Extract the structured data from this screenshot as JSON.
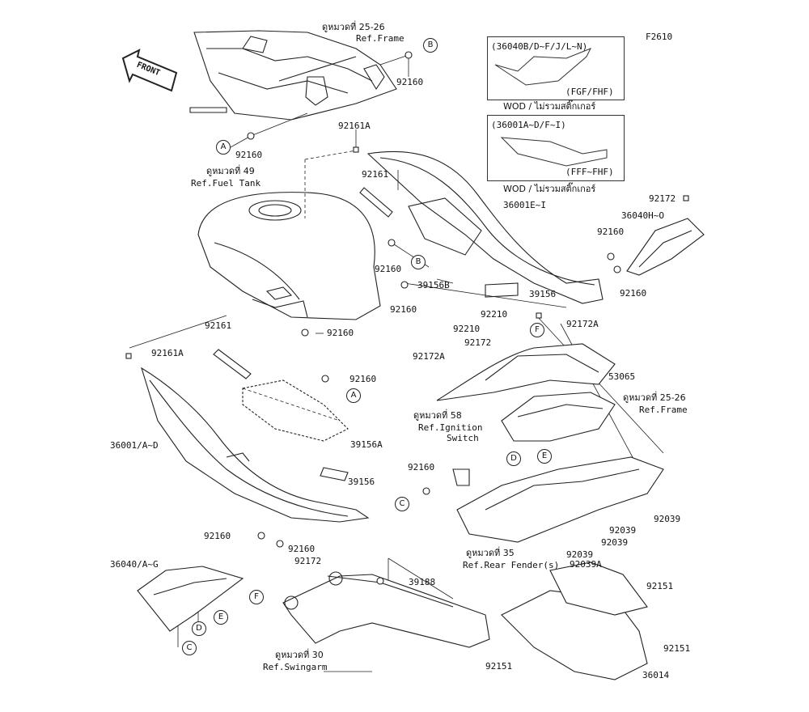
{
  "diagram_code": "F2610",
  "front_arrow": "FRONT",
  "variant_boxes": [
    {
      "part_range": "(36040B/D~F/J/L~N)",
      "colors": "(FGF/FHF)",
      "note": "WOD / ไม่รวมสติ๊กเกอร์"
    },
    {
      "part_range": "(36001A~D/F~I)",
      "colors": "(FFF~FHF)",
      "note": "WOD / ไม่รวมสติ๊กเกอร์"
    }
  ],
  "references": {
    "frame_top": {
      "th": "ดูหมวดที่ 25-26",
      "en": "Ref.Frame"
    },
    "fuel_tank": {
      "th": "ดูหมวดที่ 49",
      "en": "Ref.Fuel Tank"
    },
    "frame_right": {
      "th": "ดูหมวดที่ 25-26",
      "en": "Ref.Frame"
    },
    "ignition": {
      "th": "ดูหมวดที่ 58",
      "en": "Ref.Ignition",
      "en2": "Switch"
    },
    "rear_fender": {
      "th": "ดูหมวดที่ 35",
      "en": "Ref.Rear Fender(s)"
    },
    "swingarm": {
      "th": "ดูหมวดที่ 30",
      "en": "Ref.Swingarm"
    }
  },
  "callouts": {
    "A": "A",
    "B": "B",
    "C": "C",
    "D": "D",
    "E": "E",
    "F": "F"
  },
  "parts": [
    "92160",
    "92160",
    "92161A",
    "92161",
    "36001E~I",
    "92172",
    "36040H~O",
    "92160",
    "92160",
    "39156B",
    "39156",
    "92160",
    "92160",
    "92160",
    "92161",
    "92161A",
    "92210",
    "92210",
    "92172",
    "92172A",
    "92172A",
    "53065",
    "92160",
    "36001/A~D",
    "39156A",
    "92160",
    "39156",
    "92039",
    "92039",
    "92039",
    "92039",
    "92039A",
    "92160",
    "92160",
    "92172",
    "36040/A~G",
    "39188",
    "92151",
    "92151",
    "92151",
    "36014"
  ]
}
